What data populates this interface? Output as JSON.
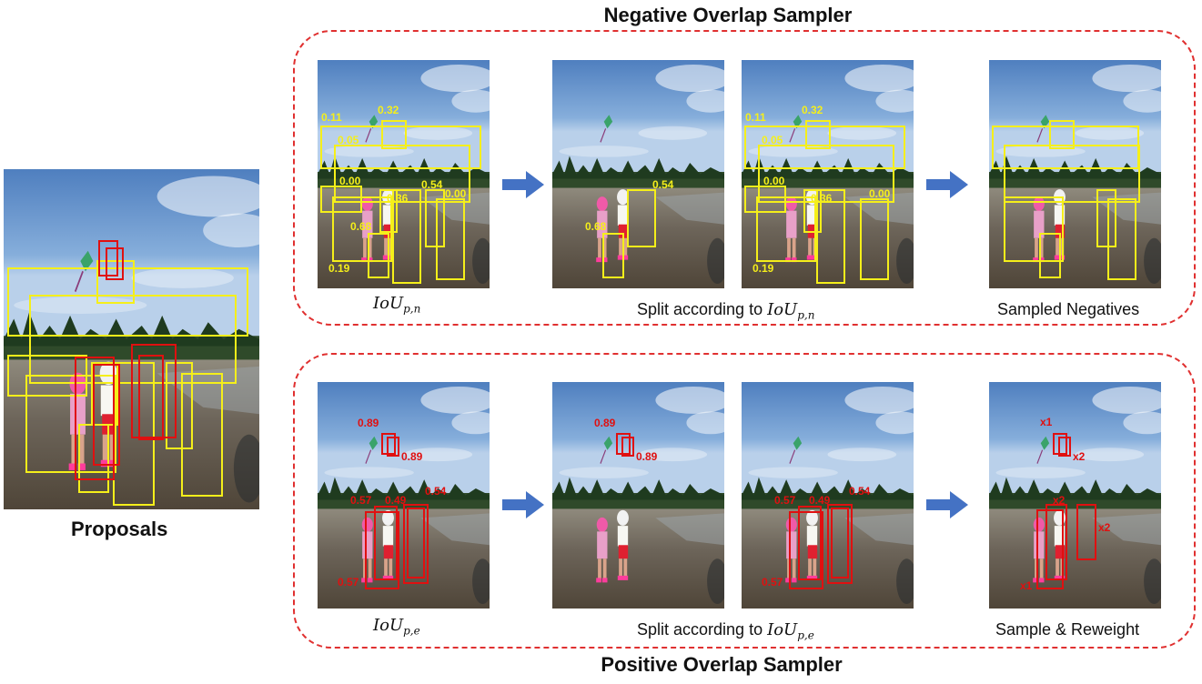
{
  "titles": {
    "negative": "Negative Overlap Sampler",
    "positive": "Positive Overlap Sampler",
    "proposals": "Proposals"
  },
  "captions": {
    "neg_iou": "IoU",
    "neg_iou_sub": "p,n",
    "neg_split_prefix": "Split according to ",
    "neg_split_iou": "IoU",
    "neg_split_sub": "p,n",
    "neg_result": "Sampled Negatives",
    "pos_iou": "IoU",
    "pos_iou_sub": "p,e",
    "pos_split_prefix": "Split according to ",
    "pos_split_iou": "IoU",
    "pos_split_sub": "p,e",
    "pos_result": "Sample & Reweight"
  },
  "colors": {
    "negative_box": "#f5ef1a",
    "positive_box": "#e01010",
    "arrow": "#4472c4",
    "panel_border": "#e03030"
  },
  "labels": {
    "neg_all": [
      "0.11",
      "0.32",
      "0.05",
      "0.00",
      "0.36",
      "0.54",
      "0.00",
      "0.68",
      "0.19"
    ],
    "neg_split_a": [
      "0.54",
      "0.68"
    ],
    "neg_split_b": [
      "0.11",
      "0.32",
      "0.05",
      "0.00",
      "0.36",
      "0.00",
      "0.19"
    ],
    "pos_all": [
      "0.89",
      "0.89",
      "0.57",
      "0.49",
      "0.54",
      "0.57"
    ],
    "pos_split_a": [
      "0.89",
      "0.89"
    ],
    "pos_split_b": [
      "0.57",
      "0.49",
      "0.54",
      "0.57"
    ],
    "pos_weights": [
      "x1",
      "x2",
      "x2",
      "x2",
      "x1"
    ]
  }
}
